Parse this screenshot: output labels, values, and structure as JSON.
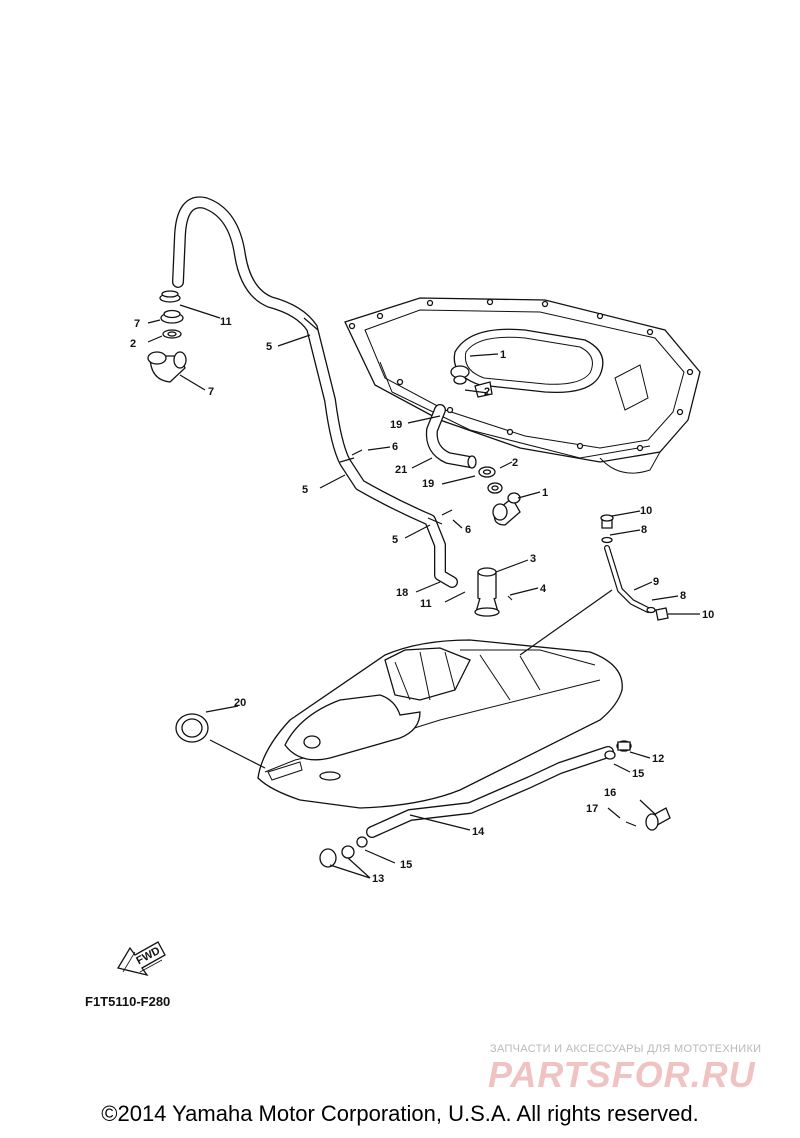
{
  "diagram": {
    "callouts": [
      {
        "id": "c1a",
        "text": "1"
      },
      {
        "id": "c1b",
        "text": "1"
      },
      {
        "id": "c2a",
        "text": "2"
      },
      {
        "id": "c2b",
        "text": "2"
      },
      {
        "id": "c2c",
        "text": "2"
      },
      {
        "id": "c3",
        "text": "3"
      },
      {
        "id": "c4",
        "text": "4"
      },
      {
        "id": "c5a",
        "text": "5"
      },
      {
        "id": "c5b",
        "text": "5"
      },
      {
        "id": "c5c",
        "text": "5"
      },
      {
        "id": "c6a",
        "text": "6"
      },
      {
        "id": "c6b",
        "text": "6"
      },
      {
        "id": "c7a",
        "text": "7"
      },
      {
        "id": "c7b",
        "text": "7"
      },
      {
        "id": "c8a",
        "text": "8"
      },
      {
        "id": "c8b",
        "text": "8"
      },
      {
        "id": "c9",
        "text": "9"
      },
      {
        "id": "c10a",
        "text": "10"
      },
      {
        "id": "c10b",
        "text": "10"
      },
      {
        "id": "c11a",
        "text": "11"
      },
      {
        "id": "c11b",
        "text": "11"
      },
      {
        "id": "c12",
        "text": "12"
      },
      {
        "id": "c13",
        "text": "13"
      },
      {
        "id": "c14",
        "text": "14"
      },
      {
        "id": "c15a",
        "text": "15"
      },
      {
        "id": "c15b",
        "text": "15"
      },
      {
        "id": "c16",
        "text": "16"
      },
      {
        "id": "c17",
        "text": "17"
      },
      {
        "id": "c18",
        "text": "18"
      },
      {
        "id": "c19a",
        "text": "19"
      },
      {
        "id": "c19b",
        "text": "19"
      },
      {
        "id": "c20",
        "text": "20"
      },
      {
        "id": "c21",
        "text": "21"
      }
    ],
    "fwd_label": "FWD",
    "diagram_code": "F1T5110-F280"
  },
  "footer": {
    "copyright": "©2014 Yamaha Motor Corporation, U.S.A. All rights reserved."
  },
  "watermark": {
    "tagline": "ЗАПЧАСТИ И АКСЕССУАРЫ ДЛЯ МОТОТЕХНИКИ",
    "brand": "PARTSFOR.RU"
  }
}
